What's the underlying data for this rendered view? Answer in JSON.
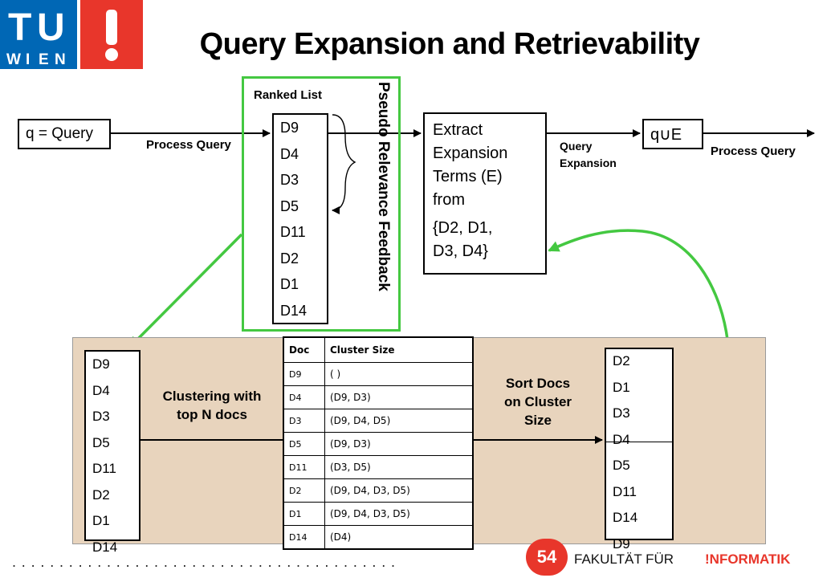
{
  "header": {
    "title": "Query Expansion and Retrievability",
    "logo_letters": [
      "T",
      "U",
      "W",
      "I",
      "E",
      "N"
    ]
  },
  "diagram": {
    "query_box": "q = Query",
    "process_query_1": "Process Query",
    "ranked_list_label": "Ranked List",
    "ranked_list": [
      "D9",
      "D4",
      "D3",
      "D5",
      "D11",
      "D2",
      "D1",
      "D14"
    ],
    "prf_label": "Pseudo Relevance Feedback",
    "extract_lines": [
      "Extract",
      "Expansion",
      "Terms (E)",
      "from"
    ],
    "extract_docs_lines": [
      "{D2, D1,",
      "D3, D4}"
    ],
    "query_expansion_line1": "Query",
    "query_expansion_line2": "Expansion",
    "qe_box": "q∪E",
    "process_query_2": "Process Query",
    "left_list": [
      "D9",
      "D4",
      "D3",
      "D5",
      "D11",
      "D2",
      "D1",
      "D14"
    ],
    "clustering_line1": "Clustering with",
    "clustering_line2": "top N docs",
    "table_headers": [
      "Doc",
      "Cluster Size"
    ],
    "table_rows": [
      [
        "D9",
        "( )"
      ],
      [
        "D4",
        "(D9, D3)"
      ],
      [
        "D3",
        "(D9, D4, D5)"
      ],
      [
        "D5",
        "(D9, D3)"
      ],
      [
        "D11",
        "(D3, D5)"
      ],
      [
        "D2",
        "(D9, D4, D3, D5)"
      ],
      [
        "D1",
        "(D9, D4, D3, D5)"
      ],
      [
        "D14",
        "(D4)"
      ]
    ],
    "sort_line1": "Sort Docs",
    "sort_line2": "on Cluster",
    "sort_line3": "Size",
    "sorted_list": [
      "D2",
      "D1",
      "D3",
      "D4",
      "D5",
      "D11",
      "D14",
      "D9"
    ]
  },
  "footer": {
    "page_number": "54",
    "faculty": "FAKULTÄT  FÜR",
    "informatik": "!NFORMATIK",
    "dots": "........................................."
  },
  "colors": {
    "highlight_green": "#44c841",
    "panel_beige": "#e8d4bd",
    "tu_blue": "#0067b5",
    "tu_red": "#e8362b"
  }
}
